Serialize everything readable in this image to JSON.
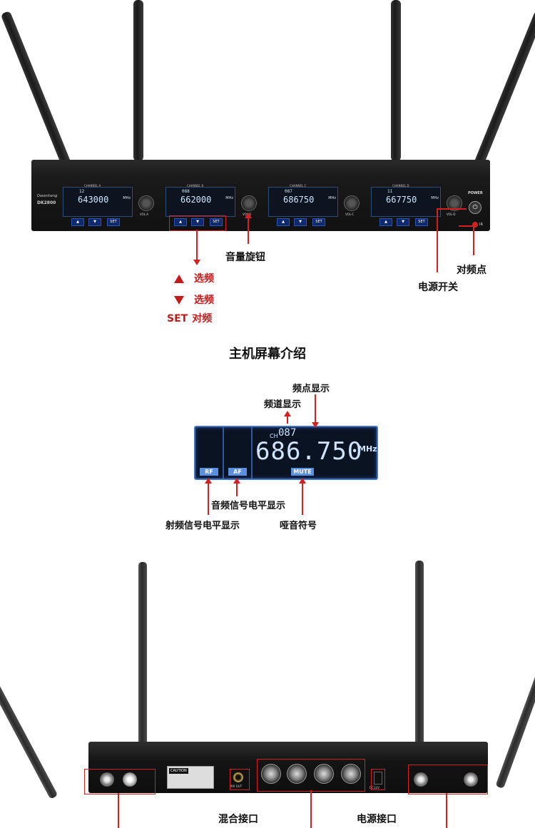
{
  "front": {
    "brand": "Dasenheng",
    "model": "DK2800",
    "channels": [
      {
        "label": "CHANNEL A",
        "ch": "12",
        "freq": "643000",
        "mhz": "MHz",
        "vol": "VOL-A"
      },
      {
        "label": "CHANNEL B",
        "ch": "088",
        "freq": "662000",
        "mhz": "MHz",
        "vol": "VOL-B"
      },
      {
        "label": "CHANNEL C",
        "ch": "087",
        "freq": "686750",
        "mhz": "MHz",
        "vol": "VOL-C"
      },
      {
        "label": "CHANNEL D",
        "ch": "11",
        "freq": "667750",
        "mhz": "MHz",
        "vol": "VOL-D"
      }
    ],
    "set_label": "SET",
    "power_label": "POWER",
    "ir_label": "IR"
  },
  "annotations": {
    "volume_knob": "音量旋钮",
    "up_select": "选频",
    "down_select": "选频",
    "set_key": "SET",
    "set_pair": "对频",
    "pair_point": "对频点",
    "power_switch": "电源开关"
  },
  "section_title": "主机屏幕介绍",
  "screen": {
    "ch_prefix": "CH",
    "ch_value": "087",
    "freq": "686.750",
    "mhz": "MHz",
    "rf_tag": "RF",
    "af_tag": "AF",
    "mute_tag": "MUTE",
    "labels": {
      "freq_point": "频点显示",
      "channel": "频道显示",
      "af_level": "音频信号电平显示",
      "rf_level": "射频信号电平显示",
      "mute": "哑音符号"
    }
  },
  "back": {
    "caution": "CAUTION",
    "mix_out": "MIX OUT",
    "dc": "DC12V",
    "annotations": {
      "mix_port": "混合接口",
      "power_port": "电源接口"
    }
  }
}
